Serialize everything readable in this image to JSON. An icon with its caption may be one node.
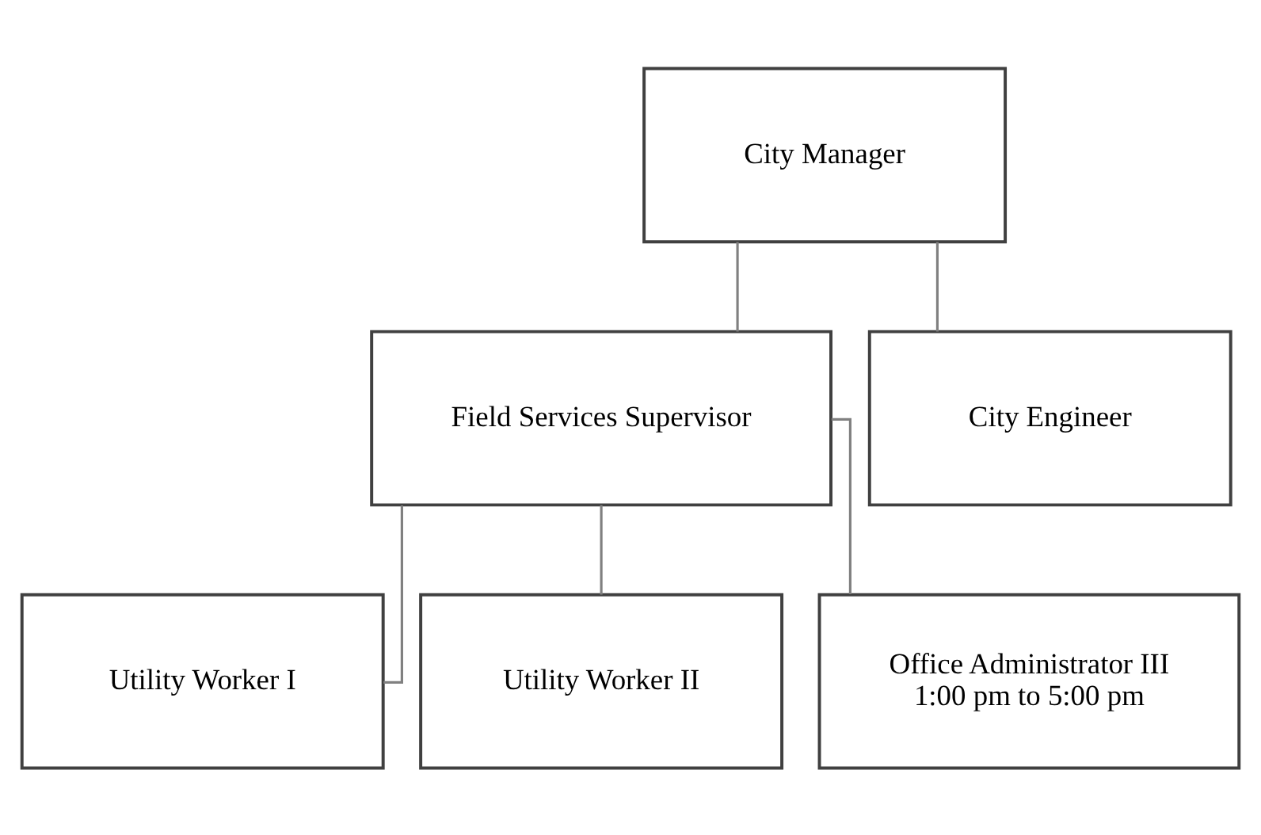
{
  "diagram": {
    "nodes": [
      {
        "text": [
          "City Manager"
        ]
      },
      {
        "text": [
          "Field Services Supervisor"
        ]
      },
      {
        "text": [
          "City Engineer"
        ]
      },
      {
        "text": [
          "Utility Worker I"
        ]
      },
      {
        "text": [
          "Utility Worker II"
        ]
      },
      {
        "text": [
          "Office Administrator III",
          "1:00 pm to 5:00 pm"
        ]
      }
    ],
    "edges": [
      {
        "from": 0,
        "to": 1,
        "arrow": "none"
      },
      {
        "from": 0,
        "to": 2,
        "arrow": "none"
      },
      {
        "from": 1,
        "to": 3,
        "arrow": "none"
      },
      {
        "from": 1,
        "to": 4,
        "arrow": "none"
      },
      {
        "from": 1,
        "to": 5,
        "arrow": "none"
      }
    ]
  }
}
